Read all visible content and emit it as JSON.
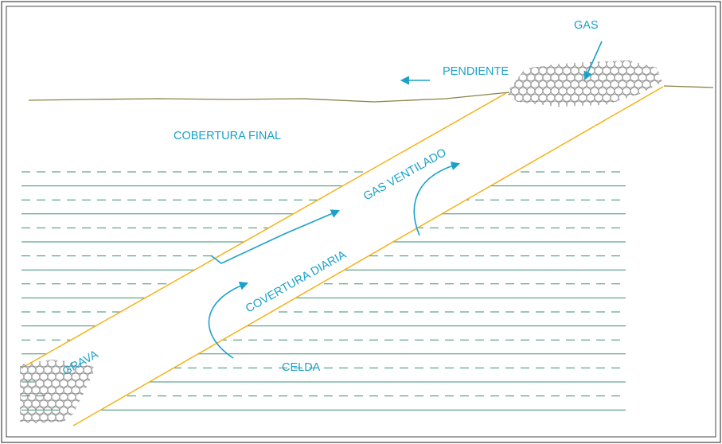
{
  "labels": {
    "gas": "GAS",
    "pendiente": "PENDIENTE",
    "cobertura_final": "COBERTURA FINAL",
    "gas_ventilado": "GAS VENTILADO",
    "covertura_diaria": "COVERTURA DIARIA",
    "grava": "GRAVA",
    "celda": "CELDA"
  },
  "colors": {
    "label_blue": "#1ba1c9",
    "ground_line": "#8a8346",
    "trench_edge": "#f5b21a",
    "layer_line": "#3a8f73",
    "gravel": "#8c8c8c",
    "frame": "#333333"
  }
}
